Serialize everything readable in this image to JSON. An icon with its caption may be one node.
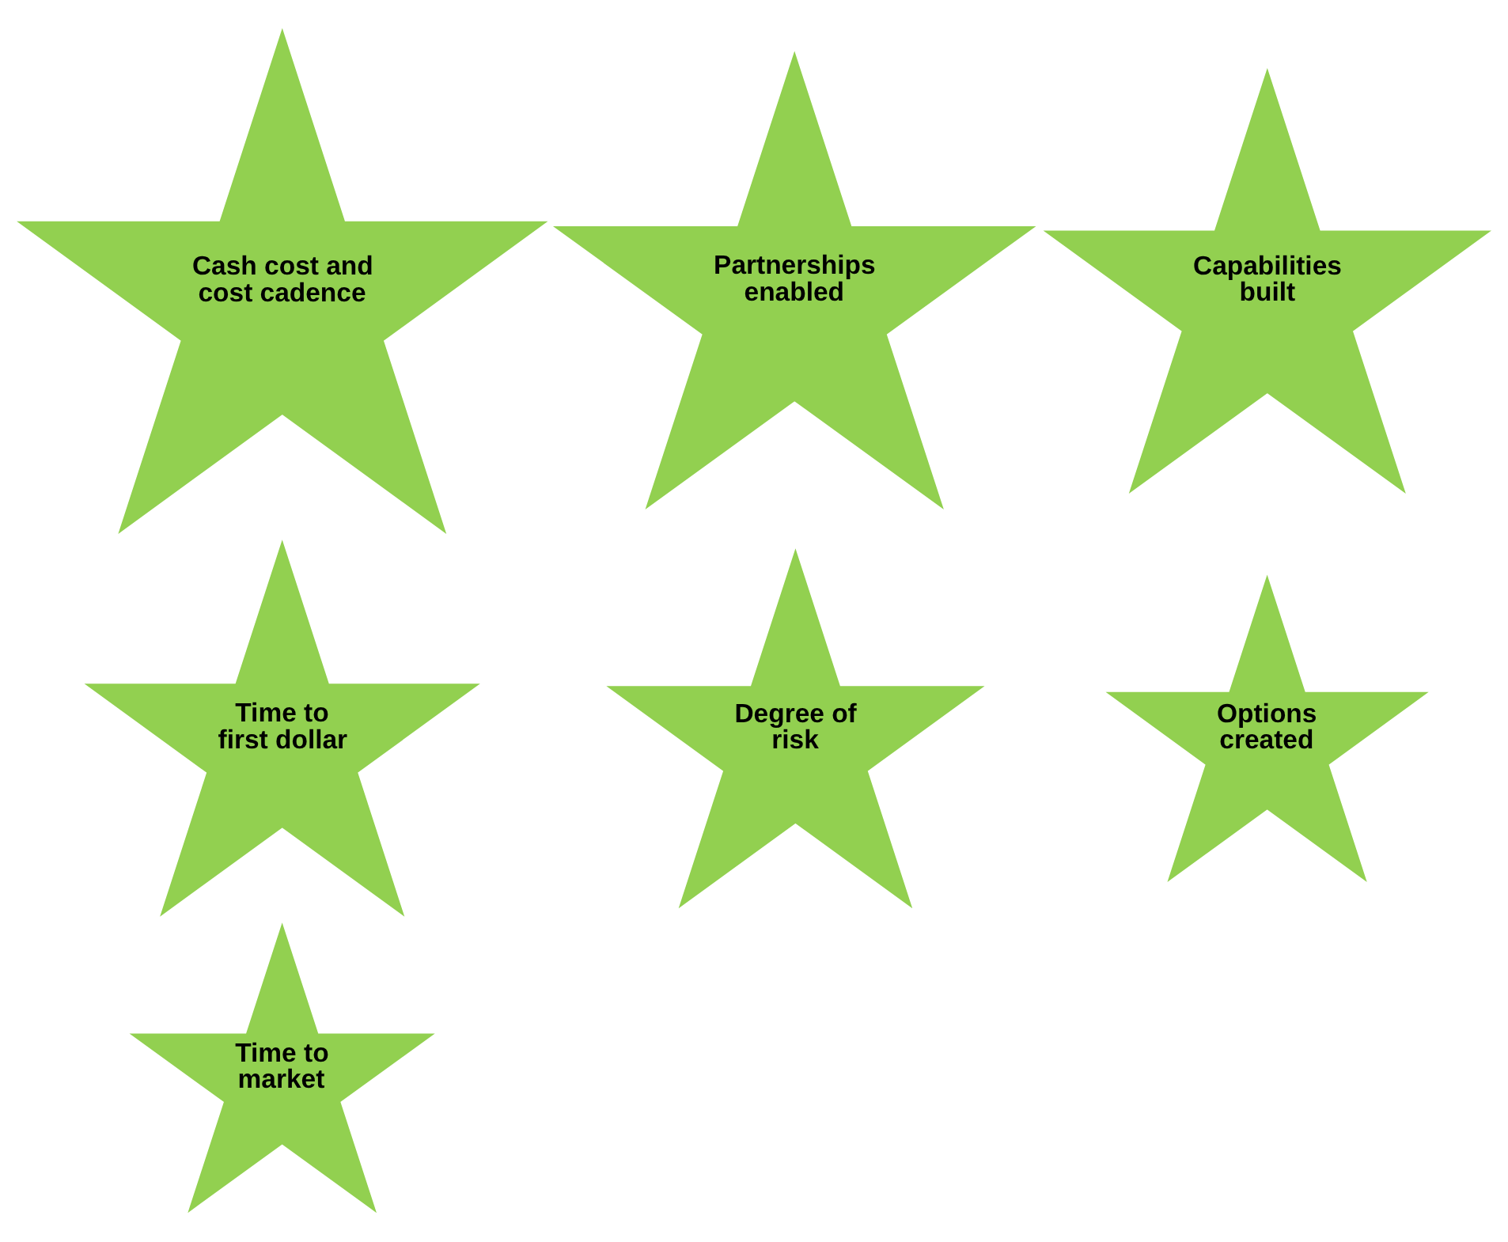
{
  "diagram": {
    "nodes": [
      {
        "text": [
          "Cash cost and cost cadence"
        ]
      },
      {
        "text": [
          "Time to market"
        ]
      },
      {
        "text": [
          "Time to first dollar"
        ]
      },
      {
        "text": [
          "Degree of risk"
        ]
      },
      {
        "text": [
          "Options created"
        ]
      },
      {
        "text": [
          "Partnerships enabled"
        ]
      },
      {
        "text": [
          "Capabilities built"
        ]
      }
    ],
    "edges": []
  }
}
